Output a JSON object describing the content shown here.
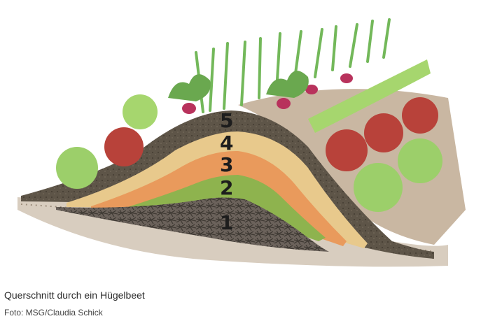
{
  "figure": {
    "caption": "Querschnitt durch ein Hügelbeet",
    "credit": "Foto: MSG/Claudia Schick"
  },
  "illustration": {
    "layer_numbers": [
      "1",
      "2",
      "3",
      "4",
      "5"
    ],
    "colors": {
      "ground": "#b7a998",
      "layer1_branches": "#6b625b",
      "layer2_green": "#8eb34e",
      "layer3_orange": "#e99a5c",
      "layer4_yellow": "#e8c98c",
      "layer5_soil": "#5e5548",
      "lettuce_green": "#9ccf6a",
      "lettuce_red": "#b8423a",
      "leek": "#73b85a",
      "radish": "#b8325c"
    }
  }
}
